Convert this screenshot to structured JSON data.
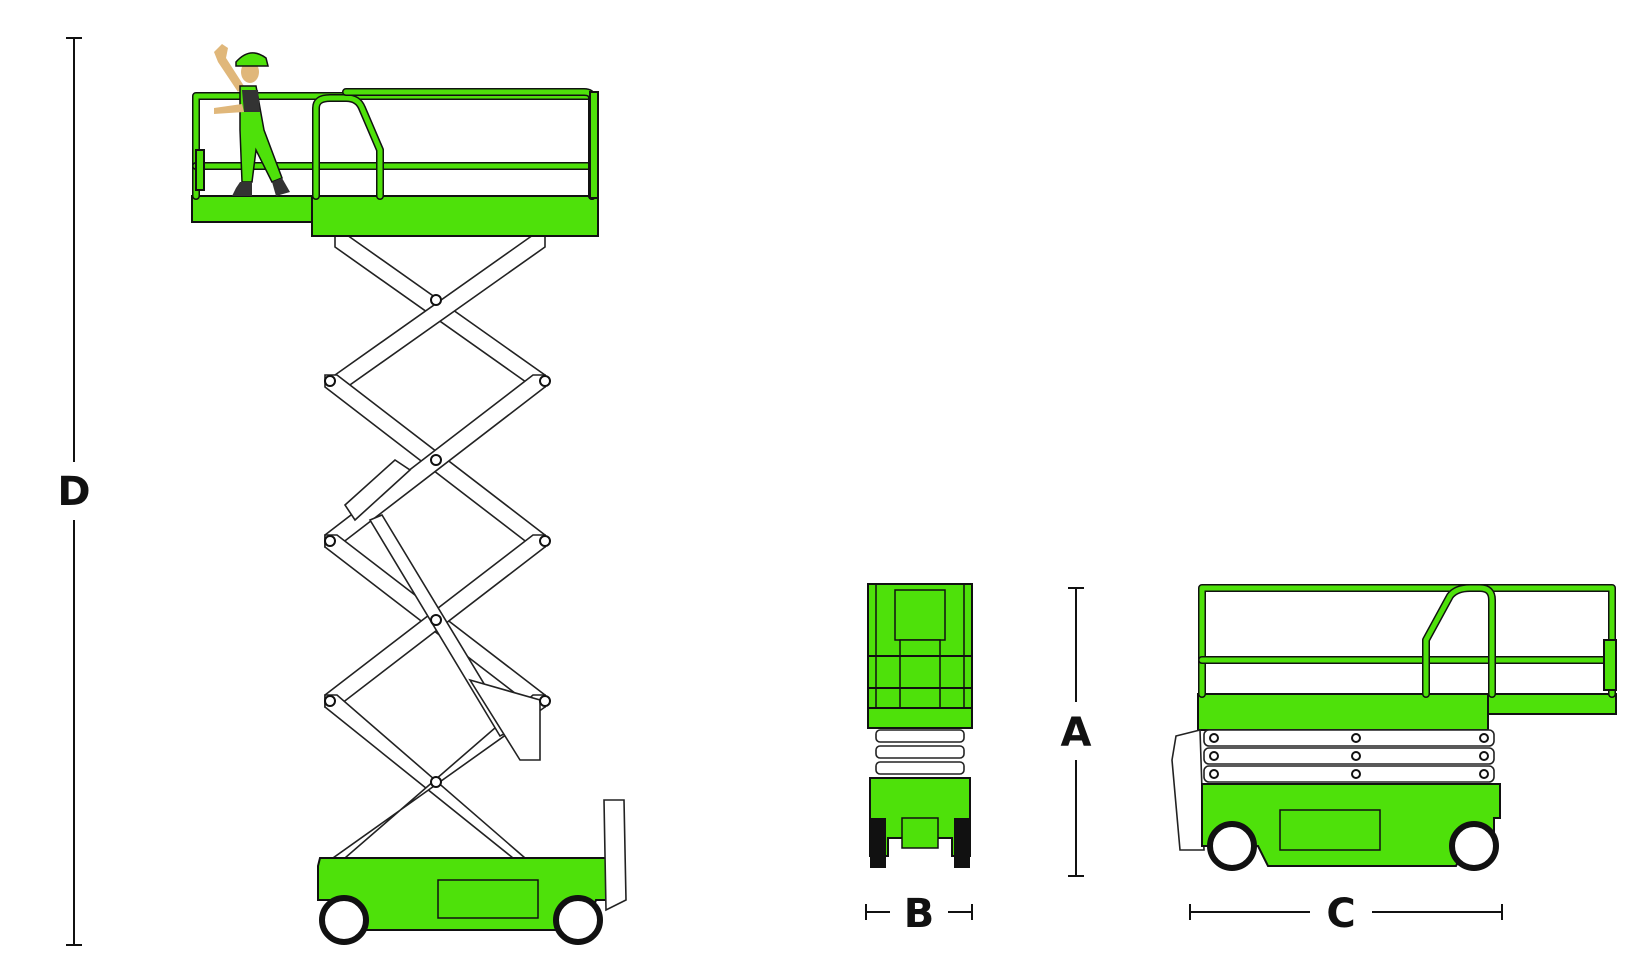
{
  "labels": {
    "height_stowed": "A",
    "width": "B",
    "length": "C",
    "working_height": "D"
  },
  "colors": {
    "machine": "#4ee10a",
    "outline": "#111111",
    "steel": "#ffffff",
    "skin": "#e0b77a",
    "boots": "#333333"
  }
}
